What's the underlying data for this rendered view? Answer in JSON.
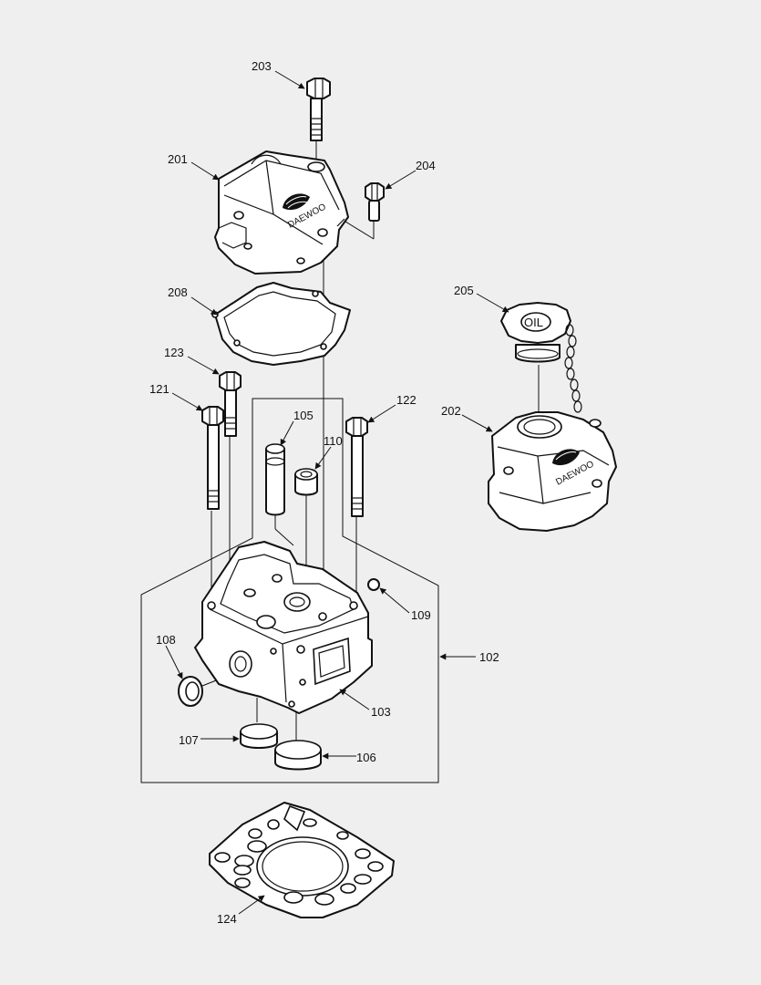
{
  "callouts": {
    "c203": "203",
    "c201": "201",
    "c204": "204",
    "c208": "208",
    "c205": "205",
    "c123": "123",
    "c121": "121",
    "c122": "122",
    "c105": "105",
    "c110": "110",
    "c202": "202",
    "c109": "109",
    "c108": "108",
    "c102": "102",
    "c103": "103",
    "c107": "107",
    "c106": "106",
    "c124": "124"
  },
  "labels": {
    "brand_top": "DAEWOO",
    "brand_side": "DAEWOO",
    "oil_cap": "OIL"
  },
  "colors": {
    "background": "#efefef",
    "line": "#111111",
    "fill": "#ffffff"
  }
}
